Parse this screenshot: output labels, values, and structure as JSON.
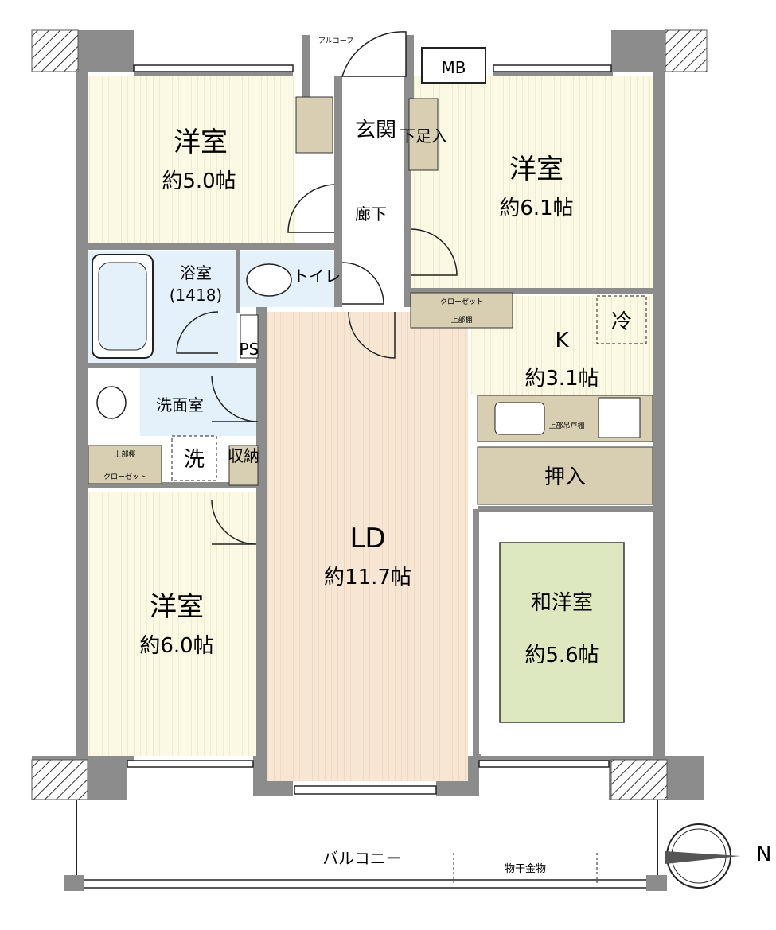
{
  "rooms": {
    "bedroom_nw": {
      "name": "洋室",
      "size": "約5.0帖"
    },
    "bedroom_ne": {
      "name": "洋室",
      "size": "約6.1帖"
    },
    "bedroom_sw": {
      "name": "洋室",
      "size": "約6.0帖"
    },
    "bath": {
      "name": "浴室",
      "spec": "(1418)"
    },
    "washroom": {
      "name": "洗面室"
    },
    "toilet": {
      "name": "トイレ"
    },
    "kitchen": {
      "name": "K",
      "size": "約3.1帖"
    },
    "living": {
      "name": "LD",
      "size": "約11.7帖"
    },
    "tatami": {
      "name": "和洋室",
      "size": "約5.6帖"
    },
    "entrance": {
      "name": "玄関"
    },
    "hallway": {
      "name": "廊下"
    },
    "shoe_storage": {
      "name": "下足入"
    },
    "balcony": {
      "name": "バルコニー"
    }
  },
  "fixtures": {
    "meter_box": "MB",
    "alcove": "アルコーブ",
    "pipe_space": "PS",
    "fridge": "冷",
    "washer": "洗",
    "storage": "収納",
    "oshiire": "押入",
    "closet": "クローゼット",
    "upper_shelf": "上部棚",
    "upper_cabinet": "上部吊戸棚",
    "drying_rack": "物干金物"
  },
  "compass": {
    "label": "N"
  },
  "colors": {
    "wall": "#8c8c8c",
    "western_floor": "#fbf8e4",
    "living_floor": "#f8e6d4",
    "wet_area": "#e4f1fb",
    "storage": "#d8cfb2",
    "tatami": "#dde8c0",
    "line": "#222222"
  }
}
